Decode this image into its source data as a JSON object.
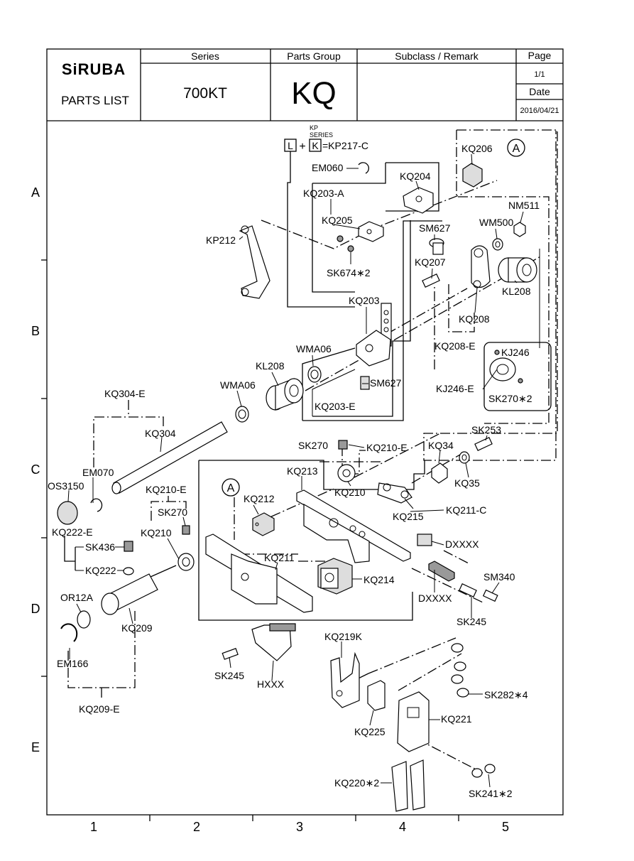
{
  "header": {
    "logo": "SiRUBA",
    "doc_type": "PARTS  LIST",
    "series_label": "Series",
    "series_value": "700KT",
    "parts_group_label": "Parts Group",
    "parts_group_value": "KQ",
    "subclass_label": "Subclass / Remark",
    "page_label": "Page",
    "page_value": "1/1",
    "date_label": "Date",
    "date_value": "2016/04/21"
  },
  "row_markers": [
    "A",
    "B",
    "C",
    "D",
    "E"
  ],
  "column_markers": [
    "1",
    "2",
    "3",
    "4",
    "5"
  ],
  "formula": {
    "kp_series": "KP",
    "series_word": "SERIES",
    "box_l": "L",
    "plus": "+",
    "box_k": "K",
    "result": "=KP217-C"
  },
  "parts": {
    "kq206": "KQ206",
    "em060": "EM060",
    "kq204": "KQ204",
    "kq203a": "KQ203-A",
    "kq205": "KQ205",
    "kp212": "KP212",
    "sk674": "SK674∗2",
    "sm627_top": "SM627",
    "wm500": "WM500",
    "nm511": "NM511",
    "kq207": "KQ207",
    "kl208_right": "KL208",
    "kq208": "KQ208",
    "kq203": "KQ203",
    "kq208e": "KQ208-E",
    "kj246": "KJ246",
    "wma06_top": "WMA06",
    "kl208_left": "KL208",
    "sm627_mid": "SM627",
    "kj246e": "KJ246-E",
    "sk270_2": "SK270∗2",
    "wma06_mid": "WMA06",
    "kq203e": "KQ203-E",
    "kq304e": "KQ304-E",
    "kq304": "KQ304",
    "sk270_top": "SK270",
    "kq210e_top": "KQ210-E",
    "sk253": "SK253",
    "kq34": "KQ34",
    "kq213": "KQ213",
    "em070": "EM070",
    "kq210_top": "KQ210",
    "kq35": "KQ35",
    "os3150": "OS3150",
    "kq210e_left": "KQ210-E",
    "kq212": "KQ212",
    "kq211c": "KQ211-C",
    "sk270_left": "SK270",
    "kq215": "KQ215",
    "kq222e": "KQ222-E",
    "kq210_left": "KQ210",
    "dxxxx_top": "DXXXX",
    "sk436": "SK436",
    "kq211": "KQ211",
    "kq222": "KQ222",
    "sm340": "SM340",
    "kq214": "KQ214",
    "or12a": "OR12A",
    "dxxxx_bot": "DXXXX",
    "kq209": "KQ209",
    "sk245_right": "SK245",
    "kq219k": "KQ219K",
    "em166": "EM166",
    "sk245_left": "SK245",
    "sk282": "SK282∗4",
    "hxxx": "HXXX",
    "kq209e": "KQ209-E",
    "kq221": "KQ221",
    "kq225": "KQ225",
    "kq220": "KQ220∗2",
    "sk241": "SK241∗2",
    "ref_a1": "A",
    "ref_a2": "A"
  }
}
